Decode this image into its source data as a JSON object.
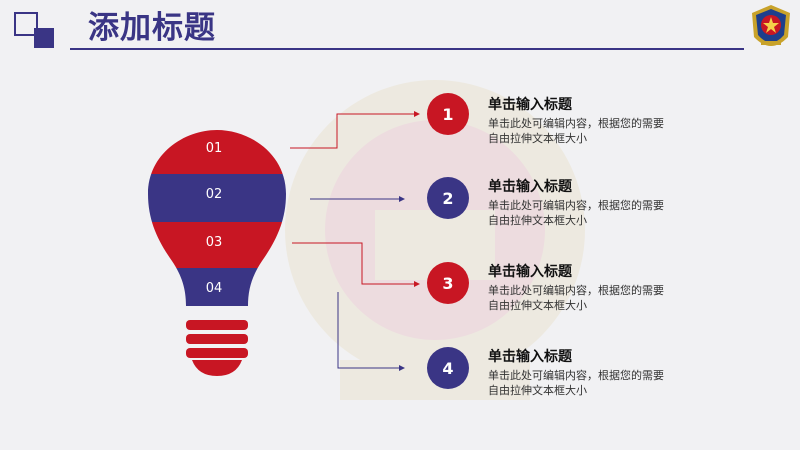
{
  "header": {
    "title": "添加标题"
  },
  "colors": {
    "red": "#c81623",
    "blue": "#3a3585",
    "text": "#111111"
  },
  "bulb": {
    "segments": [
      "01",
      "02",
      "03",
      "04"
    ]
  },
  "items": [
    {
      "number": "1",
      "title": "单击输入标题",
      "desc": "单击此处可编辑内容，根据您的需要自由拉伸文本框大小"
    },
    {
      "number": "2",
      "title": "单击输入标题",
      "desc": "单击此处可编辑内容，根据您的需要自由拉伸文本框大小"
    },
    {
      "number": "3",
      "title": "单击输入标题",
      "desc": "单击此处可编辑内容，根据您的需要自由拉伸文本框大小"
    },
    {
      "number": "4",
      "title": "单击输入标题",
      "desc": "单击此处可编辑内容，根据您的需要自由拉伸文本框大小"
    }
  ]
}
